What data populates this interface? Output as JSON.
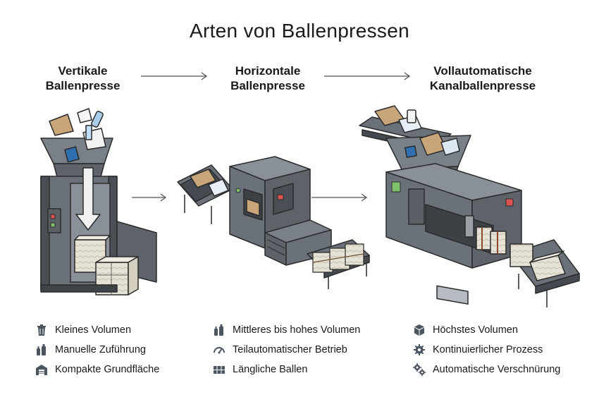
{
  "title": "Arten von Ballenpressen",
  "machines": [
    {
      "title_line1": "Vertikale",
      "title_line2": "Ballenpresse",
      "features": [
        {
          "icon": "trash-bin-icon",
          "label": "Kleines Volumen"
        },
        {
          "icon": "bottles-icon",
          "label": "Manuelle Zuführung"
        },
        {
          "icon": "warehouse-icon",
          "label": "Kompakte Grundfläche"
        }
      ]
    },
    {
      "title_line1": "Horizontale",
      "title_line2": "Ballenpresse",
      "features": [
        {
          "icon": "bottles-icon",
          "label": "Mittleres bis hohes Volumen"
        },
        {
          "icon": "gauge-icon",
          "label": "Teilautomatischer Betrieb"
        },
        {
          "icon": "bale-icon",
          "label": "Längliche Ballen"
        }
      ]
    },
    {
      "title_line1": "Vollautomatische",
      "title_line2": "Kanalballenpresse",
      "features": [
        {
          "icon": "boxes-icon",
          "label": "Höchstes Volumen"
        },
        {
          "icon": "gear-icon",
          "label": "Kontinuierlicher Prozess"
        },
        {
          "icon": "gears-icon",
          "label": "Automatische Verschnürung"
        }
      ]
    }
  ],
  "colors": {
    "machine": "#6b7178",
    "machine_dark": "#4a4f55",
    "machine_light": "#9aa0a6",
    "bale": "#e6e2d6",
    "cardboard": "#c9a57a",
    "accent_green": "#7fc06a",
    "accent_red": "#d9534f"
  }
}
